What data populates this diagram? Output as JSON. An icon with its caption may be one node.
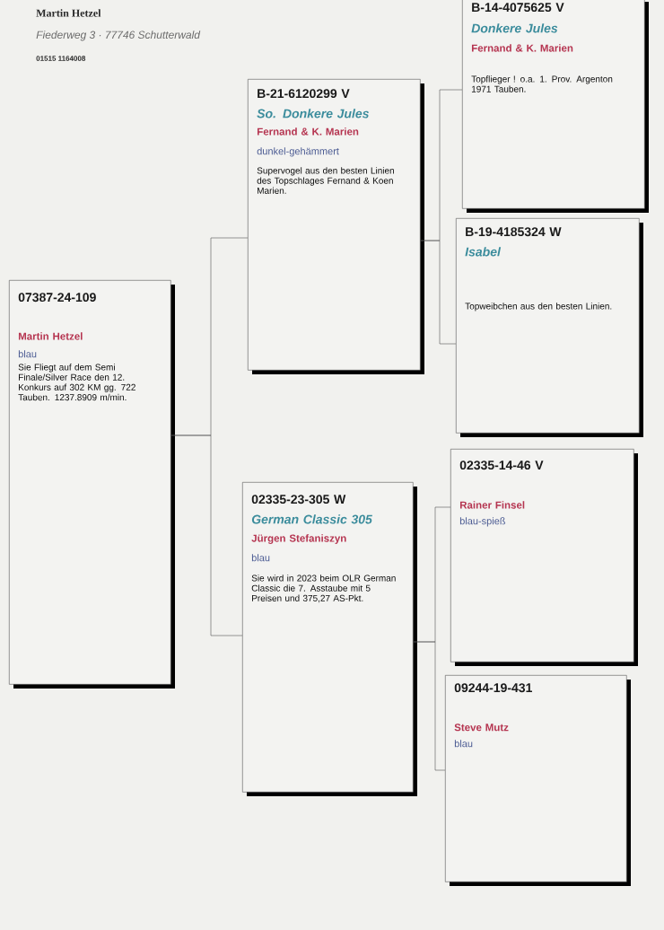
{
  "diagram": {
    "nodes": [
      {
        "text": [
          "07387-24-109",
          "Martin Hetzel",
          "blau",
          "Sie Fliegt auf dem Semi Finale/Silver Race den 12. Konkurs auf 302 KM gg. 722 Tauben. 1237.8909 m/min."
        ]
      },
      {
        "text": [
          "B-21-6120299 V",
          "So. Donkere Jules",
          "Fernand & K. Marien",
          "dunkel-gehämmert",
          "Supervogel aus den besten Linien des Topschlages Fernand & Koen Marien."
        ]
      },
      {
        "text": [
          "02335-23-305 W",
          "German Classic 305",
          "Jürgen Stefaniszyn",
          "blau",
          "Sie wird in 2023 beim OLR German Classic die 7. Asstaube mit 5 Preisen und 375,27 AS-Pkt."
        ]
      },
      {
        "text": [
          "B-14-4075625 V",
          "Donkere Jules",
          "Fernand & K. Marien",
          "Topflieger ! o.a. 1. Prov. Argenton 1971 Tauben."
        ]
      },
      {
        "text": [
          "B-19-4185324 W",
          "Isabel",
          "Topweibchen aus den besten Linien."
        ]
      },
      {
        "text": [
          "02335-14-46 V",
          "Rainer Finsel",
          "blau-spieß"
        ]
      },
      {
        "text": [
          "09244-19-431",
          "Steve Mutz",
          "blau"
        ]
      }
    ],
    "edges": [
      {
        "from": 0,
        "to": 1,
        "arrow": "none"
      },
      {
        "from": 0,
        "to": 2,
        "arrow": "none"
      },
      {
        "from": 1,
        "to": 3,
        "arrow": "none"
      },
      {
        "from": 1,
        "to": 4,
        "arrow": "none"
      },
      {
        "from": 2,
        "to": 5,
        "arrow": "none"
      },
      {
        "from": 2,
        "to": 6,
        "arrow": "none"
      }
    ],
    "labels": [
      "Martin Hetzel",
      "Fiederweg 3 · 77746 Schutterwald",
      "01515 1164008"
    ]
  }
}
